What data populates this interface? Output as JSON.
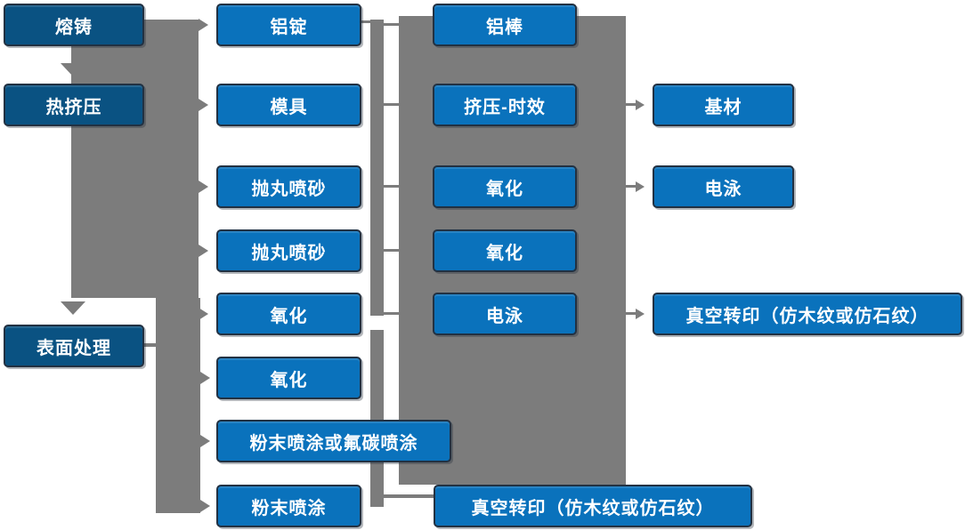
{
  "diagram_type": "process-flowchart",
  "colors": {
    "stage_box_fill": "#0A5282",
    "process_box_fill": "#0A72BC",
    "box_border": "#223142",
    "connector_gray": "#7C7C7C",
    "text": "#FFFFFF",
    "background": "#FFFFFF"
  },
  "nodes": {
    "melting_casting": "熔铸",
    "hot_extrusion": "热挤压",
    "surface_treatment": "表面处理",
    "aluminum_ingot": "铝锭",
    "mold": "模具",
    "shot_blasting_1": "抛丸喷砂",
    "shot_blasting_2": "抛丸喷砂",
    "oxidation_1": "氧化",
    "oxidation_2": "氧化",
    "powder_or_fluorocarbon_coating": "粉末喷涂或氟碳喷涂",
    "powder_coating": "粉末喷涂",
    "aluminum_rod": "铝棒",
    "extrusion_aging": "挤压-时效",
    "oxidation_3": "氧化",
    "oxidation_4": "氧化",
    "electrophoresis_1": "电泳",
    "vacuum_transfer_1": "真空转印（仿木纹或仿石纹）",
    "base_material": "基材",
    "electrophoresis_2": "电泳",
    "vacuum_transfer_2": "真空转印（仿木纹或仿石纹）"
  }
}
